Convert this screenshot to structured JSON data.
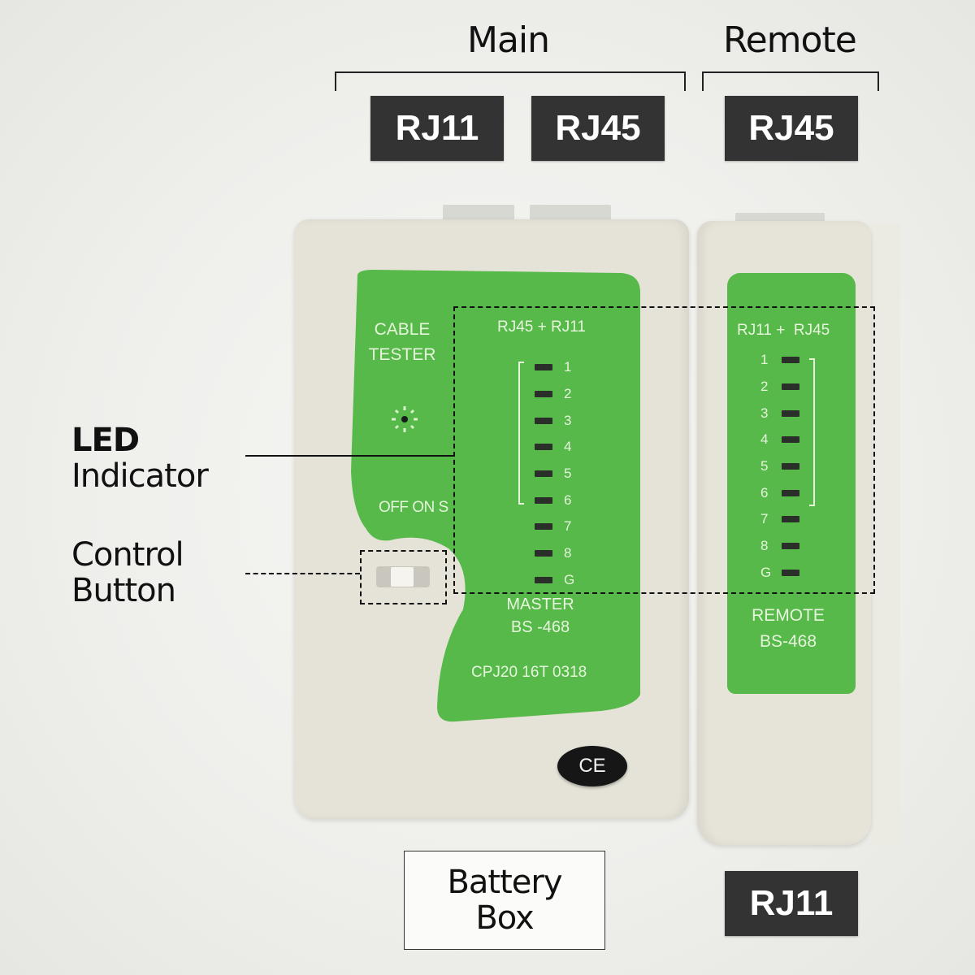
{
  "header": {
    "main_label": "Main",
    "remote_label": "Remote",
    "port_tags_top": [
      "RJ11",
      "RJ45",
      "RJ45"
    ]
  },
  "callouts": {
    "led_indicator": [
      "LED",
      "Indicator"
    ],
    "control_button": [
      "Control",
      "Button"
    ]
  },
  "main_unit": {
    "title_lines": [
      "CABLE",
      "TESTER"
    ],
    "power_icon": "led-sun-icon",
    "switch_label": "OFF ON S",
    "port_heading": "RJ45 + RJ11",
    "pins": [
      "1",
      "2",
      "3",
      "4",
      "5",
      "6",
      "7",
      "8",
      "G"
    ],
    "model_lines": [
      "MASTER",
      "BS -468"
    ],
    "serial": "CPJ20 16T 0318",
    "ce_mark": "CE"
  },
  "remote_unit": {
    "port_heading": "RJ11 +  RJ45",
    "pins": [
      "1",
      "2",
      "3",
      "4",
      "5",
      "6",
      "7",
      "8",
      "G"
    ],
    "model_lines": [
      "REMOTE",
      "BS-468"
    ]
  },
  "bottom": {
    "battery_label": [
      "Battery",
      "Box"
    ],
    "remote_port_tag": "RJ11"
  },
  "colors": {
    "panel_green": "#56b94a",
    "tag_dark": "#333333",
    "housing": "#e5e3d8"
  }
}
